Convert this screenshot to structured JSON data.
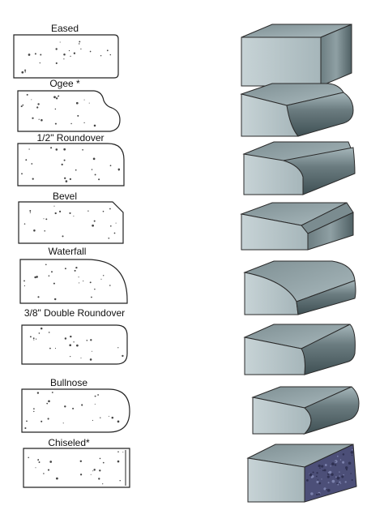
{
  "edges": [
    {
      "label": "Eased",
      "profile": "eased"
    },
    {
      "label": "Ogee *",
      "profile": "ogee"
    },
    {
      "label": "1/2\" Roundover",
      "profile": "roundover-half"
    },
    {
      "label": "Bevel",
      "profile": "bevel"
    },
    {
      "label": "Waterfall",
      "profile": "waterfall"
    },
    {
      "label": "3/8\" Double Roundover",
      "profile": "double-roundover"
    },
    {
      "label": "Bullnose",
      "profile": "bullnose"
    },
    {
      "label": "Chiseled*",
      "profile": "chiseled"
    }
  ],
  "colors": {
    "block_top": "#8e9ea2",
    "block_front": "#b7c7cb",
    "block_side": "#5f7074",
    "outline": "#222222",
    "speckle": "#444444",
    "chiseled_face": "#4c4f78"
  }
}
